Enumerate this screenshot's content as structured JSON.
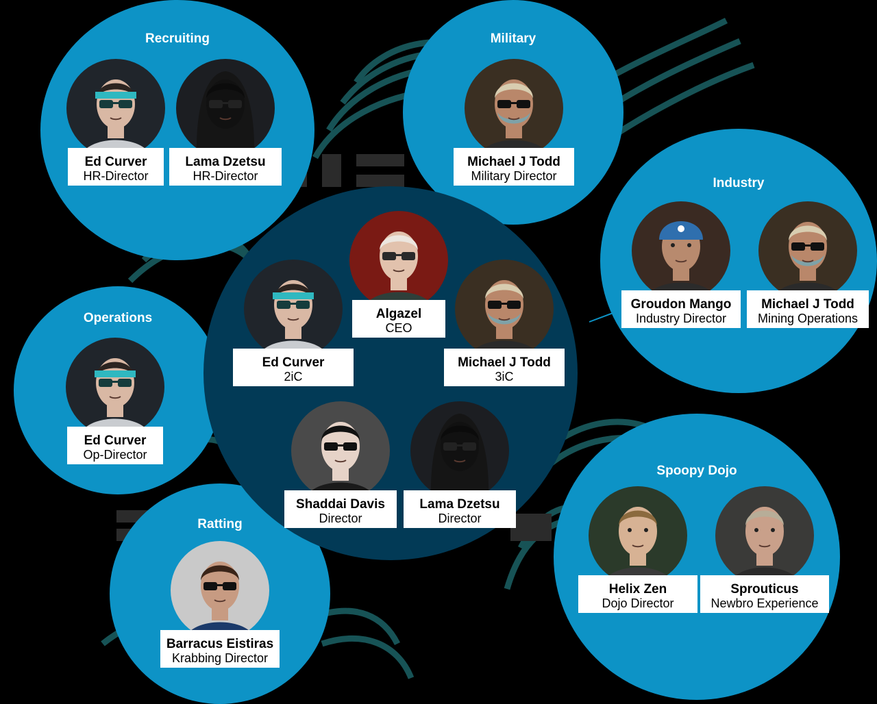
{
  "center": {
    "members": [
      {
        "name": "Algazel",
        "role": "CEO",
        "avatar": "algazel"
      },
      {
        "name": "Ed Curver",
        "role": "2iC",
        "avatar": "ed"
      },
      {
        "name": "Michael J Todd",
        "role": "3iC",
        "avatar": "todd"
      },
      {
        "name": "Shaddai Davis",
        "role": "Director",
        "avatar": "shaddai"
      },
      {
        "name": "Lama Dzetsu",
        "role": "Director",
        "avatar": "lama"
      }
    ]
  },
  "departments": {
    "recruiting": {
      "title": "Recruiting",
      "members": [
        {
          "name": "Ed Curver",
          "role": "HR-Director",
          "avatar": "ed"
        },
        {
          "name": "Lama Dzetsu",
          "role": "HR-Director",
          "avatar": "lama"
        }
      ]
    },
    "military": {
      "title": "Military",
      "members": [
        {
          "name": "Michael J Todd",
          "role": "Military Director",
          "avatar": "todd"
        }
      ]
    },
    "industry": {
      "title": "Industry",
      "members": [
        {
          "name": "Groudon Mango",
          "role": "Industry Director",
          "avatar": "groudon"
        },
        {
          "name": "Michael J Todd",
          "role": "Mining Operations",
          "avatar": "todd"
        }
      ]
    },
    "operations": {
      "title": "Operations",
      "members": [
        {
          "name": "Ed Curver",
          "role": "Op-Director",
          "avatar": "ed"
        }
      ]
    },
    "ratting": {
      "title": "Ratting",
      "members": [
        {
          "name": "Barracus Eistiras",
          "role": "Krabbing Director",
          "avatar": "barracus"
        }
      ]
    },
    "dojo": {
      "title": "Spoopy Dojo",
      "members": [
        {
          "name": "Helix Zen",
          "role": "Dojo Director",
          "avatar": "helix"
        },
        {
          "name": "Sprouticus",
          "role": "Newbro Experience",
          "avatar": "sprouticus"
        }
      ]
    }
  },
  "colors": {
    "background": "#000000",
    "department_bubble": "#0d93c6",
    "center_bubble": "#023a56",
    "card": "#ffffff",
    "title_text": "#ffffff"
  }
}
